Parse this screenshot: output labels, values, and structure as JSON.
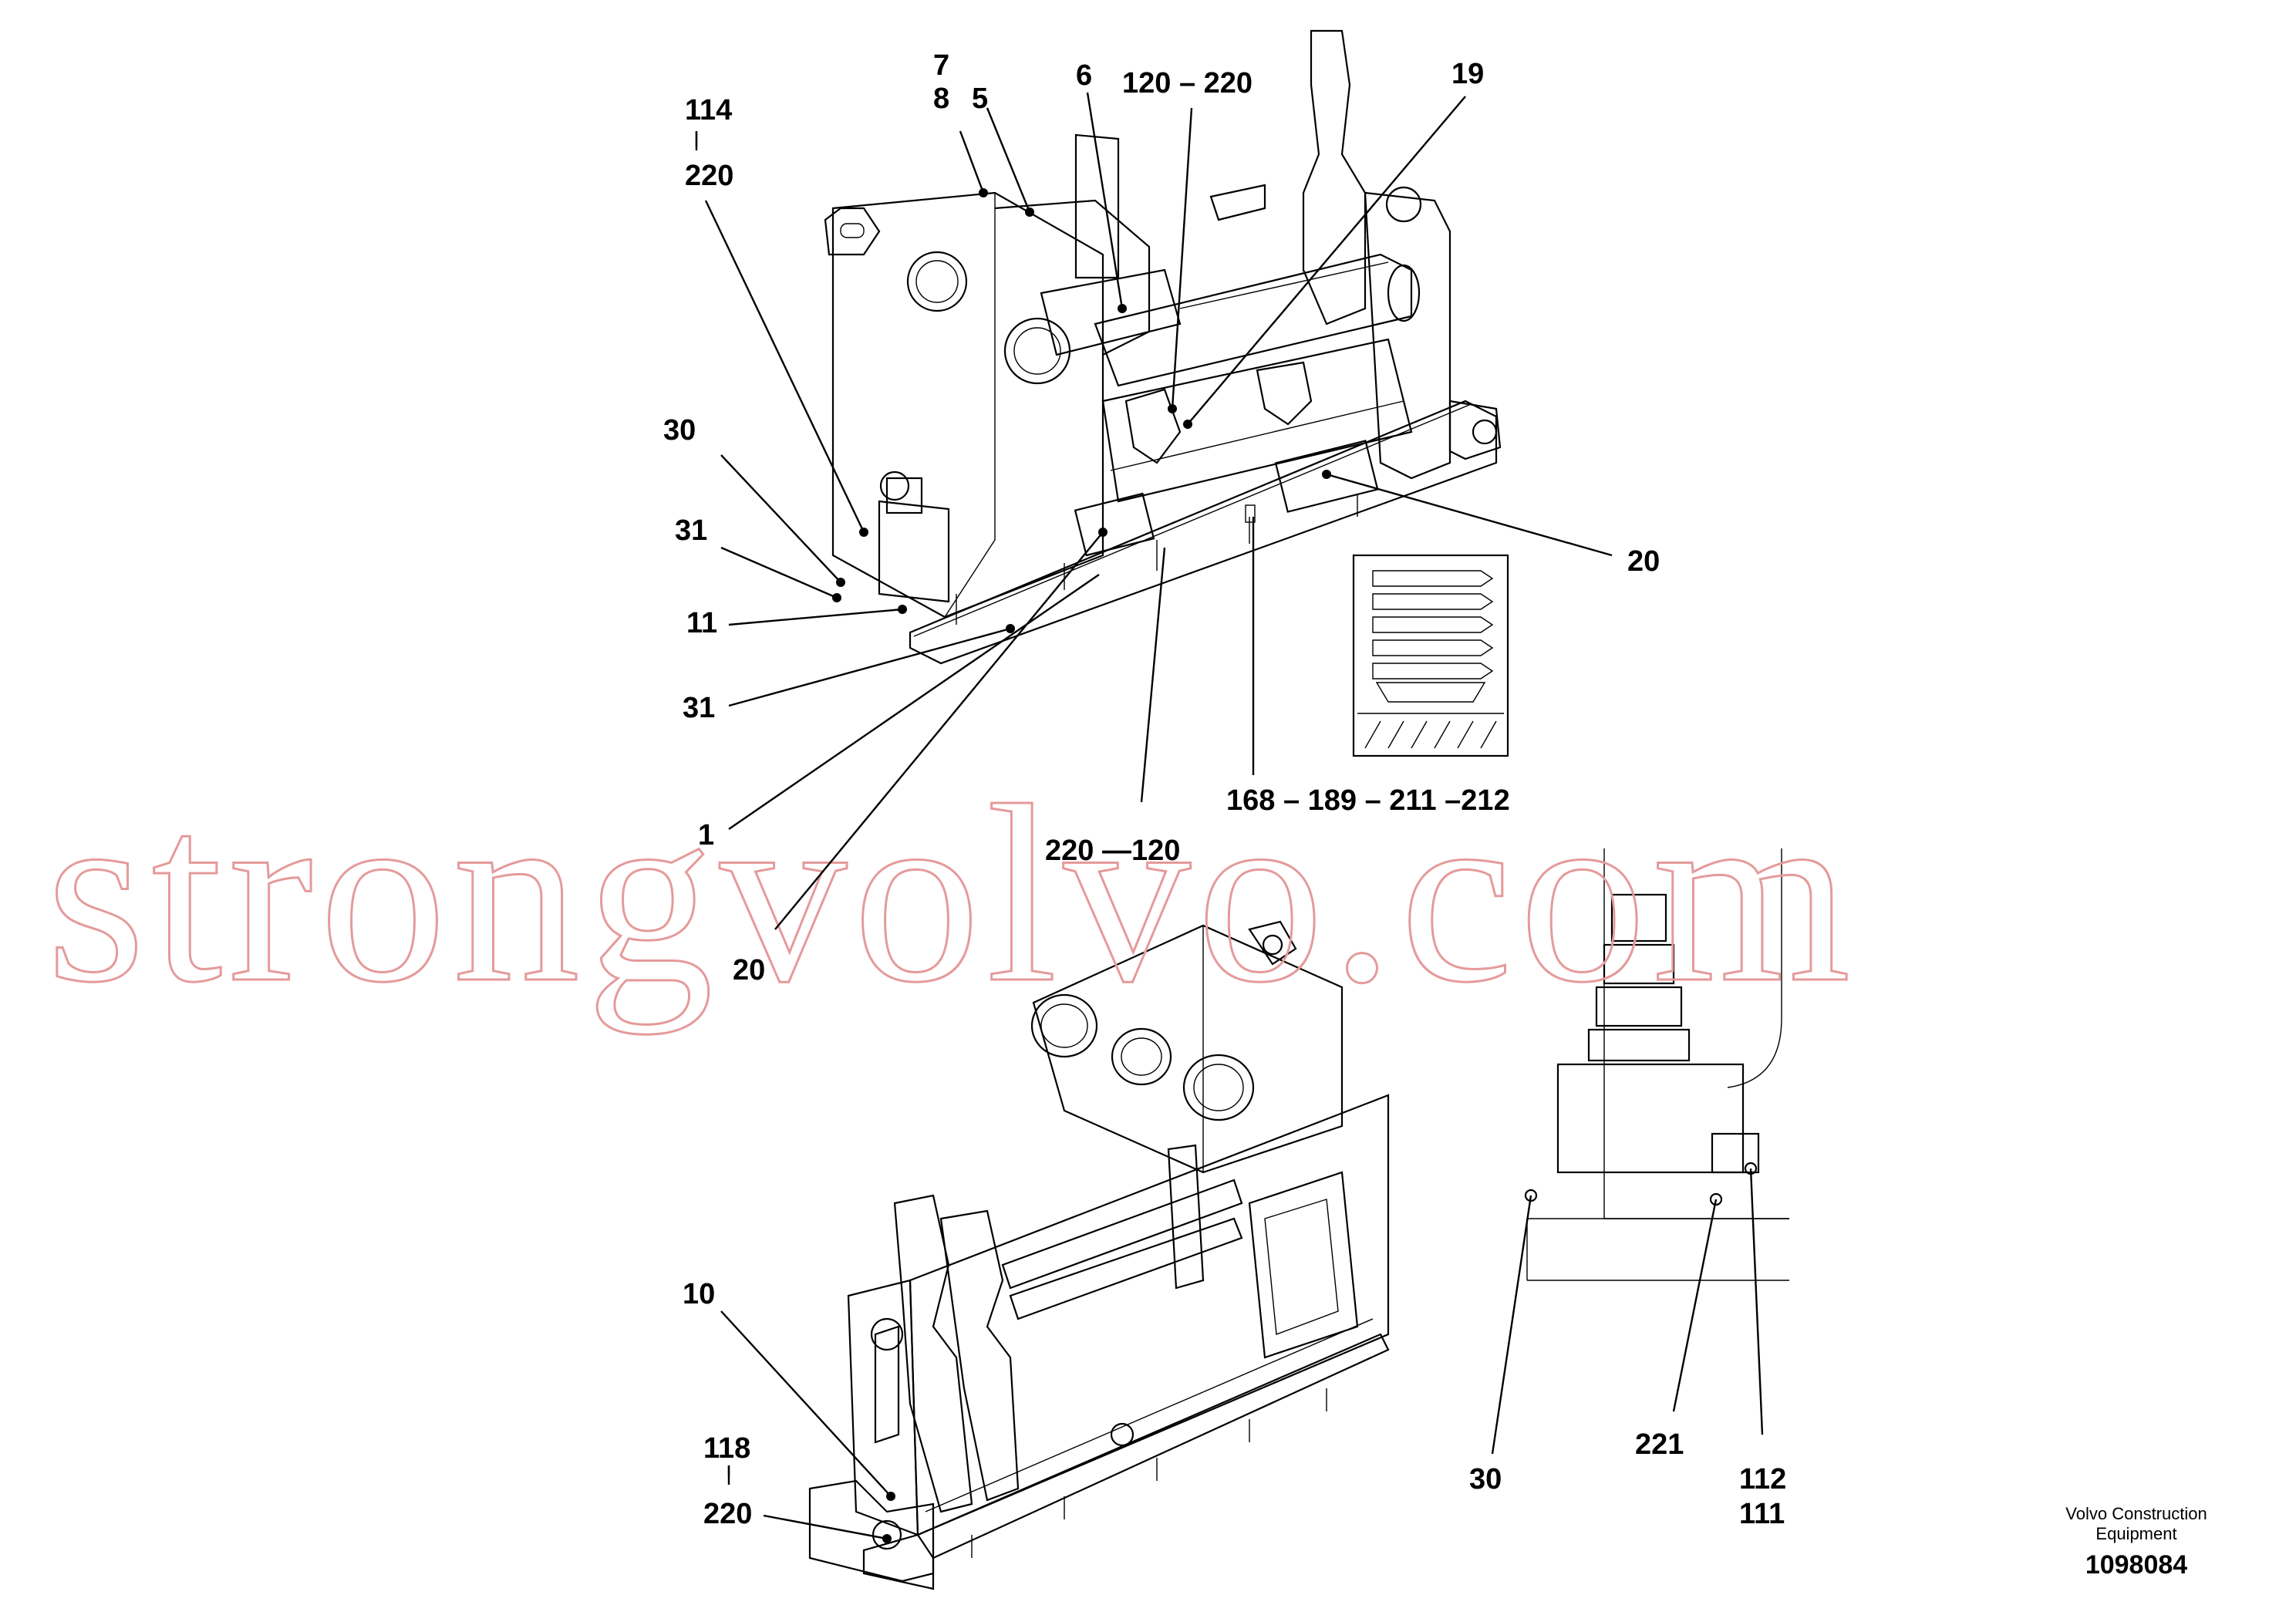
{
  "watermark": "strongvolvo.com",
  "brand": {
    "line1": "Volvo Construction",
    "line2": "Equipment"
  },
  "document_number": "1098084",
  "callouts": {
    "c114_220": {
      "top": "114",
      "bottom": "220"
    },
    "c7_8": {
      "top": "7",
      "bottom": "8"
    },
    "c5": "5",
    "c6": "6",
    "c120_220": "120 – 220",
    "c19": "19",
    "c30_top": "30",
    "c31_a": "31",
    "c11": "11",
    "c31_b": "31",
    "c20_right": "20",
    "c1": "1",
    "c20_lower": "20",
    "c220_120": "220 —120",
    "c168": "168 – 189 – 211 –212",
    "c10": "10",
    "c118_220": {
      "top": "118",
      "bottom": "220"
    },
    "c30_detail": "30",
    "c221": "221",
    "c112_111": {
      "top": "112",
      "bottom": "111"
    }
  }
}
